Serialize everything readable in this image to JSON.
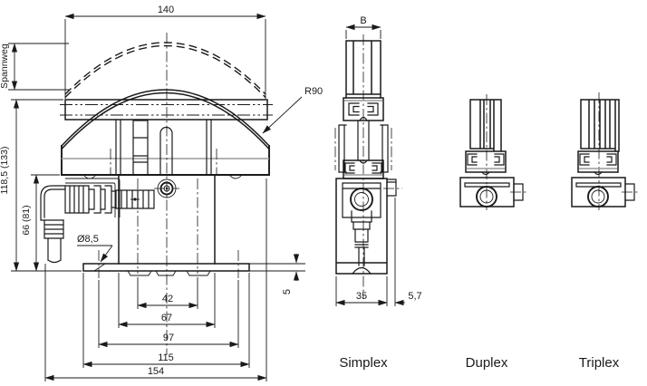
{
  "figure": {
    "front_view": {
      "dims": {
        "overall_width": "140",
        "travel": "Spannweg",
        "radius": "R90",
        "height_total": "118,5 (133)",
        "height_body": "66 (81)",
        "hole_diameter": "Ø8,5",
        "hole_spacing_inner": "42",
        "body_width": "67",
        "hole_spacing_outer": "97",
        "plate_width": "115",
        "overall_length": "154",
        "plate_thickness": "5"
      }
    },
    "side_view": {
      "dims": {
        "rail_width": "B",
        "body_depth": "35",
        "tab_offset": "5,7"
      }
    },
    "variants": {
      "simplex": "Simplex",
      "duplex": "Duplex",
      "triplex": "Triplex"
    },
    "colors": {
      "line": "#1a1a1a",
      "accent": "#9a9a9a",
      "background": "#ffffff"
    }
  }
}
